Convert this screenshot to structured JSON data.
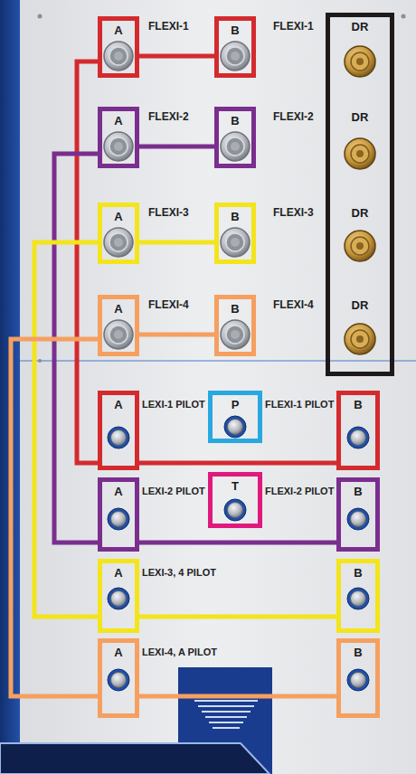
{
  "diagram": {
    "nodes": [
      {
        "text": [
          "A"
        ]
      },
      {
        "text": [
          "B"
        ]
      },
      {
        "text": [
          "DR",
          "DR",
          "DR",
          "DR"
        ]
      },
      {
        "text": [
          "A"
        ]
      },
      {
        "text": [
          "B"
        ]
      },
      {
        "text": [
          "A"
        ]
      },
      {
        "text": [
          "B"
        ]
      },
      {
        "text": [
          "A"
        ]
      },
      {
        "text": [
          "B"
        ]
      },
      {
        "text": [
          "A"
        ]
      },
      {
        "text": [
          "P"
        ]
      },
      {
        "text": [
          "B"
        ]
      },
      {
        "text": [
          "A"
        ]
      },
      {
        "text": [
          "T"
        ]
      },
      {
        "text": [
          "B"
        ]
      },
      {
        "text": [
          "A"
        ]
      },
      {
        "text": [
          "B"
        ]
      },
      {
        "text": [
          "A"
        ]
      },
      {
        "text": [
          "B"
        ]
      }
    ],
    "edges": [
      {
        "from": 0,
        "to": 1,
        "arrow": "none"
      },
      {
        "from": 0,
        "to": 9,
        "arrow": "none"
      },
      {
        "from": 9,
        "to": 11,
        "arrow": "none"
      },
      {
        "from": 3,
        "to": 4,
        "arrow": "none"
      },
      {
        "from": 3,
        "to": 12,
        "arrow": "none"
      },
      {
        "from": 12,
        "to": 14,
        "arrow": "none"
      },
      {
        "from": 5,
        "to": 6,
        "arrow": "none"
      },
      {
        "from": 5,
        "to": 15,
        "arrow": "none"
      },
      {
        "from": 15,
        "to": 16,
        "arrow": "none"
      },
      {
        "from": 7,
        "to": 8,
        "arrow": "none"
      },
      {
        "from": 7,
        "to": 17,
        "arrow": "none"
      },
      {
        "from": 17,
        "to": 18,
        "arrow": "none"
      }
    ],
    "labels": [
      "FLEXI-1",
      "FLEXI-1",
      "FLEXI-2",
      "FLEXI-2",
      "FLEXI-3",
      "FLEXI-3",
      "FLEXI-4",
      "FLEXI-4",
      "LEXI-1 PILOT",
      "FLEXI-1 PILOT",
      "LEXI-2 PILOT",
      "FLEXI-2 PILOT",
      "LEXI-3, 4 PILOT",
      "LEXI-4, A PILOT"
    ]
  }
}
